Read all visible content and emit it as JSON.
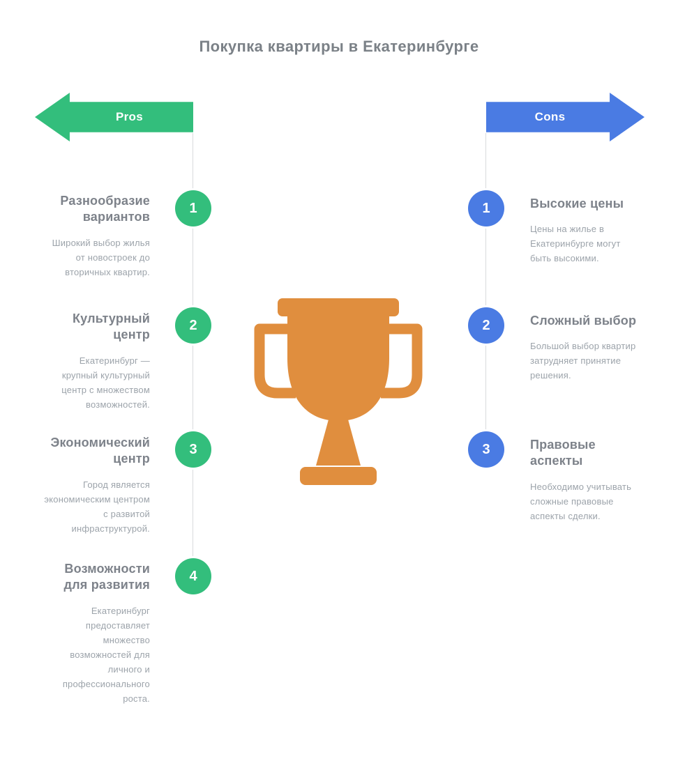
{
  "title": "Покупка квартиры в Екатеринбурге",
  "colors": {
    "green": "#33BE7C",
    "blue": "#4A7BE3",
    "orange": "#E08E3E",
    "line": "#D8DADD",
    "title": "#7B8187",
    "heading": "#7D828A",
    "body": "#9CA3AA"
  },
  "center": {
    "icon": "trophy-icon"
  },
  "pros": {
    "label": "Pros",
    "items": [
      {
        "number": "1",
        "title": "Разнообразие вариантов",
        "text": "Широкий выбор жилья от новостроек до вторичных квартир."
      },
      {
        "number": "2",
        "title": "Культурный центр",
        "text": "Екатеринбург — крупный культурный центр с множеством возможностей."
      },
      {
        "number": "3",
        "title": "Экономический центр",
        "text": "Город является экономическим центром с развитой инфраструктурой."
      },
      {
        "number": "4",
        "title": "Возможности для развития",
        "text": "Екатеринбург предоставляет множество возможностей для личного и профессионального роста."
      }
    ]
  },
  "cons": {
    "label": "Cons",
    "items": [
      {
        "number": "1",
        "title": "Высокие цены",
        "text": "Цены на жилье в Екатеринбурге могут быть высокими."
      },
      {
        "number": "2",
        "title": "Сложный выбор",
        "text": "Большой выбор квартир затрудняет принятие решения."
      },
      {
        "number": "3",
        "title": "Правовые аспекты",
        "text": "Необходимо учитывать сложные правовые аспекты сделки."
      }
    ]
  }
}
